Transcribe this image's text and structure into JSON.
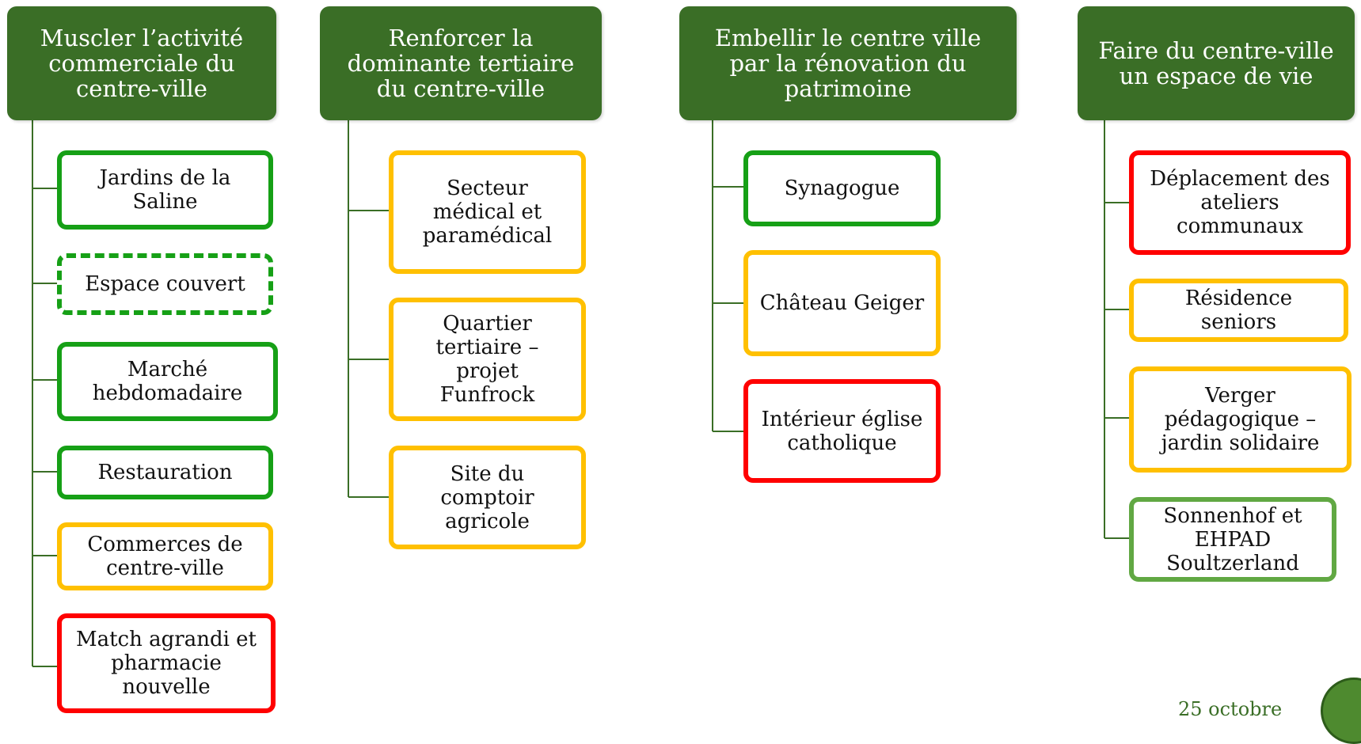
{
  "columns": [
    {
      "header": "Muscler l’activité\ncommerciale du\ncentre-ville",
      "items": [
        {
          "label": "Jardins de la\nSaline",
          "status": "green"
        },
        {
          "label": "Espace couvert",
          "status": "green-dashed"
        },
        {
          "label": "Marché\nhebdomadaire",
          "status": "green"
        },
        {
          "label": "Restauration",
          "status": "green"
        },
        {
          "label": "Commerces de\ncentre-ville",
          "status": "yellow"
        },
        {
          "label": "Match agrandi et\npharmacie\nnouvelle",
          "status": "red"
        }
      ]
    },
    {
      "header": "Renforcer la\ndominante tertiaire\ndu centre-ville",
      "items": [
        {
          "label": "Secteur\nmédical et\nparamédical",
          "status": "yellow"
        },
        {
          "label": "Quartier\ntertiaire –\nprojet\nFunfrock",
          "status": "yellow"
        },
        {
          "label": "Site du\ncomptoir\nagricole",
          "status": "yellow"
        }
      ]
    },
    {
      "header": "Embellir le centre ville\npar la rénovation du\npatrimoine",
      "items": [
        {
          "label": "Synagogue",
          "status": "green"
        },
        {
          "label": "Château Geiger",
          "status": "yellow"
        },
        {
          "label": "Intérieur église\ncatholique",
          "status": "red"
        }
      ]
    },
    {
      "header": "Faire du centre-ville\nun espace de vie",
      "items": [
        {
          "label": "Déplacement des\nateliers\ncommunaux",
          "status": "red"
        },
        {
          "label": "Résidence\nseniors",
          "status": "yellow"
        },
        {
          "label": "Verger\npédagogique –\njardin solidaire",
          "status": "yellow"
        },
        {
          "label": "Sonnenhof et\nEHPAD\nSoultzerland",
          "status": "lightgreen"
        }
      ]
    }
  ],
  "footer": {
    "date": "25 octobre"
  },
  "colors": {
    "header_bg": "#3a6e26",
    "green": "#16a016",
    "yellow": "#ffc000",
    "red": "#ff0000",
    "lightgreen": "#61a843"
  }
}
